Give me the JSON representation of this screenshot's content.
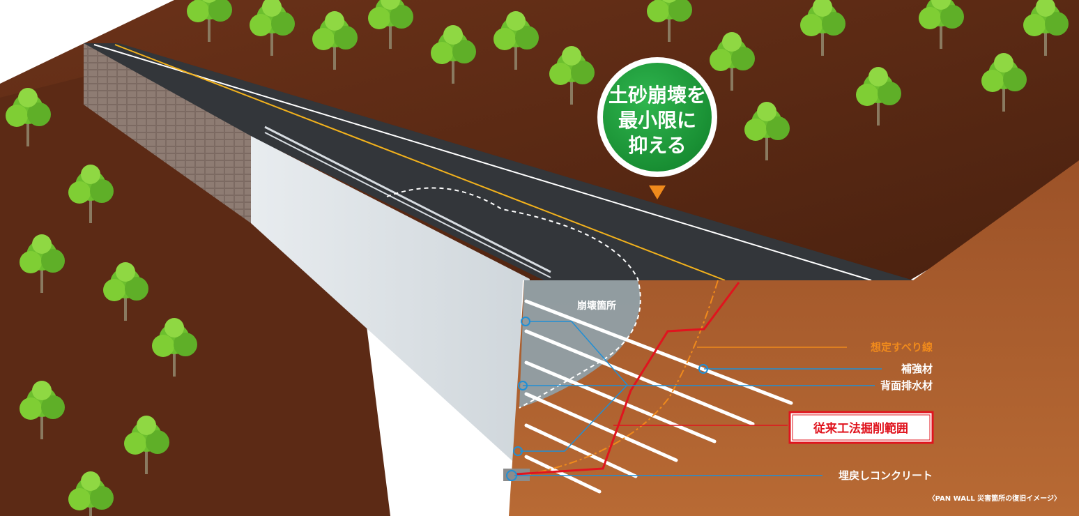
{
  "colors": {
    "soil_dark": "#5a2a14",
    "soil_section": "#a5592b",
    "road": "#2f3236",
    "callout_green": "#1f9a3a",
    "slip_line": "#f08a1c",
    "excavation_line": "#e0141e",
    "leader_blue": "#1f8fd6",
    "sky_white": "#ffffff"
  },
  "callout": {
    "lines": [
      "土砂崩壊を",
      "最小限に",
      "抑える"
    ]
  },
  "labels": {
    "collapse_area": "崩壊箇所",
    "slip_line": "想定すべり線",
    "reinforcement": "補強材",
    "drainage": "背面排水材",
    "conventional_excavation": "従来工法掘削範囲",
    "backfill_concrete": "埋戻しコンクリート",
    "caption": "〈PAN WALL 災害箇所の復旧イメージ〉"
  },
  "icons": {
    "marker": "circle-marker-icon",
    "pointer": "triangle-down-icon",
    "tree": "tree-icon"
  }
}
